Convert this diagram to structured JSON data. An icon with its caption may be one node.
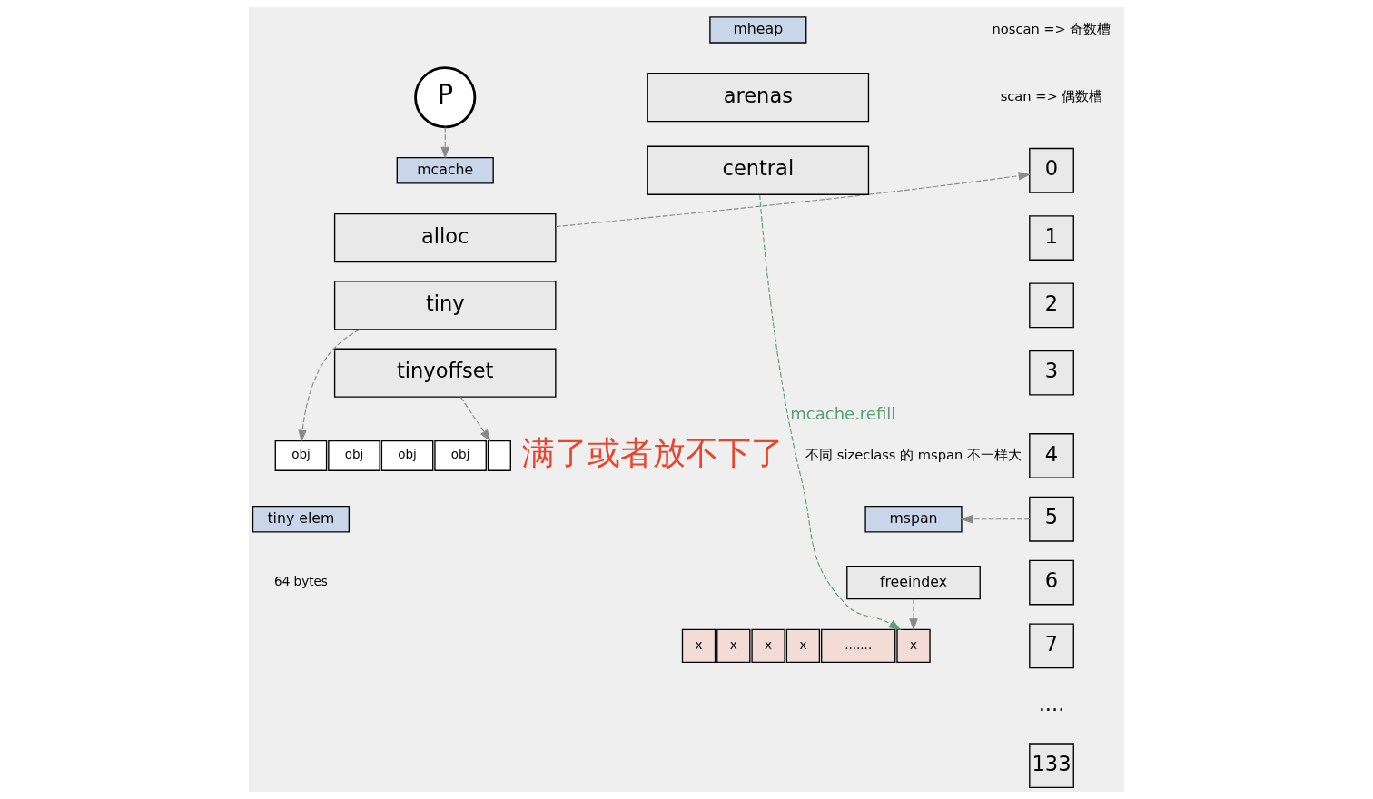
{
  "diagram": {
    "nodes": [
      {
        "text": [
          "P"
        ]
      },
      {
        "text": [
          "mcache"
        ]
      },
      {
        "text": [
          "alloc"
        ]
      },
      {
        "text": [
          "tiny"
        ]
      },
      {
        "text": [
          "tinyoffset"
        ]
      },
      {
        "text": [
          "0"
        ]
      },
      {
        "text": [
          "1"
        ]
      },
      {
        "text": [
          "2"
        ]
      },
      {
        "text": [
          "3"
        ]
      },
      {
        "text": [
          "4"
        ]
      },
      {
        "text": [
          "5"
        ]
      },
      {
        "text": [
          "6"
        ]
      },
      {
        "text": [
          "7"
        ]
      },
      {
        "text": [
          "133"
        ]
      },
      {
        "text": [
          "mspan"
        ]
      },
      {
        "text": [
          "freeindex"
        ]
      },
      {
        "text": [
          "x"
        ]
      },
      {
        "text": [
          "x"
        ]
      },
      {
        "text": [
          "x"
        ]
      },
      {
        "text": [
          "x"
        ]
      },
      {
        "text": [
          "......."
        ]
      },
      {
        "text": [
          "x"
        ]
      },
      {
        "text": [
          "mheap"
        ]
      },
      {
        "text": [
          "arenas"
        ]
      },
      {
        "text": [
          "central"
        ]
      },
      {
        "text": [
          "obj"
        ]
      },
      {
        "text": [
          "obj"
        ]
      },
      {
        "text": [
          "obj"
        ]
      },
      {
        "text": [
          "obj"
        ]
      },
      {
        "text": [],
        "shape": "box"
      },
      {
        "text": [
          "tiny elem"
        ],
        "beside": [
          "64 bytes"
        ]
      }
    ],
    "edges": [
      {
        "from": 0,
        "to": 1,
        "arrow": "to",
        "style": "dashed"
      },
      {
        "from": 2,
        "to": 5,
        "arrow": "to",
        "style": "dashed"
      },
      {
        "from": 10,
        "to": 14,
        "arrow": "to",
        "style": "dashed"
      },
      {
        "from": 15,
        "to": 21,
        "arrow": "to",
        "style": "dashed"
      },
      {
        "from": 24,
        "to": 21,
        "arrow": "to",
        "style": "dashed",
        "label": "mcache.refill",
        "color": "#5a9e78"
      },
      {
        "from": 3,
        "to": 25,
        "arrow": "to",
        "style": "dashed"
      },
      {
        "from": 4,
        "to": 29,
        "arrow": "to",
        "style": "dashed"
      }
    ],
    "labels": [
      "noscan => 奇数槽",
      "scan => 偶数槽",
      "不同 sizeclass 的 mspan 不一样大",
      "....",
      "满了或者放不下了"
    ]
  }
}
